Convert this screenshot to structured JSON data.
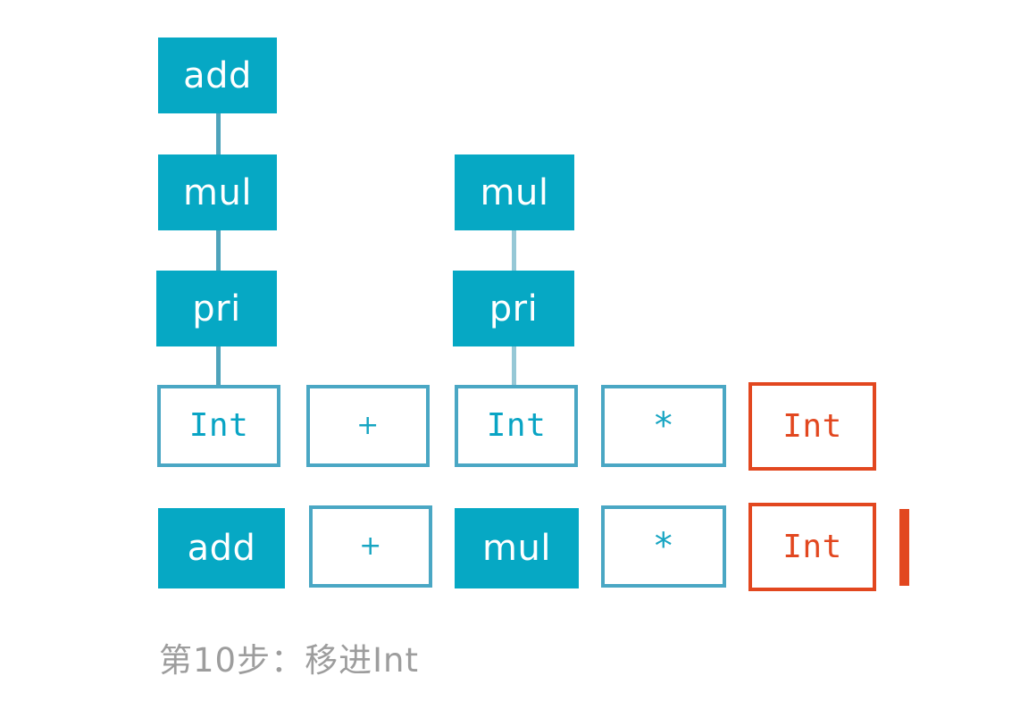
{
  "diagram": {
    "title_caption": "第10步：移进Int",
    "colors": {
      "fill_teal": "#06a8c4",
      "outline_teal": "#4aa7c4",
      "text_teal": "#09a4c4",
      "danger_red": "#e2471f",
      "caption_gray": "#9d9d9d",
      "edge_blue": "#3f9bb5",
      "background": "#ffffff"
    },
    "nodes": {
      "tree_left": {
        "add": "add",
        "mul": "mul",
        "pri": "pri",
        "int": "Int"
      },
      "tree_mid": {
        "mul": "mul",
        "pri": "pri",
        "int": "Int"
      },
      "row_symbols": {
        "plus": "+",
        "star": "*",
        "int_new": "Int"
      }
    },
    "symbol_row": [
      {
        "label": "Int",
        "style": "outline",
        "kind": "nonterminal"
      },
      {
        "label": "+",
        "style": "outline",
        "kind": "operator"
      },
      {
        "label": "Int",
        "style": "outline",
        "kind": "nonterminal"
      },
      {
        "label": "*",
        "style": "outline",
        "kind": "operator"
      },
      {
        "label": "Int",
        "style": "outline-danger",
        "kind": "nonterminal"
      }
    ],
    "stack_row": [
      {
        "label": "add",
        "style": "filled"
      },
      {
        "label": "+",
        "style": "outline"
      },
      {
        "label": "mul",
        "style": "filled"
      },
      {
        "label": "*",
        "style": "outline"
      },
      {
        "label": "Int",
        "style": "outline-danger"
      }
    ],
    "cursor": {
      "name": "input-cursor-bar",
      "color": "#e2471f"
    }
  }
}
